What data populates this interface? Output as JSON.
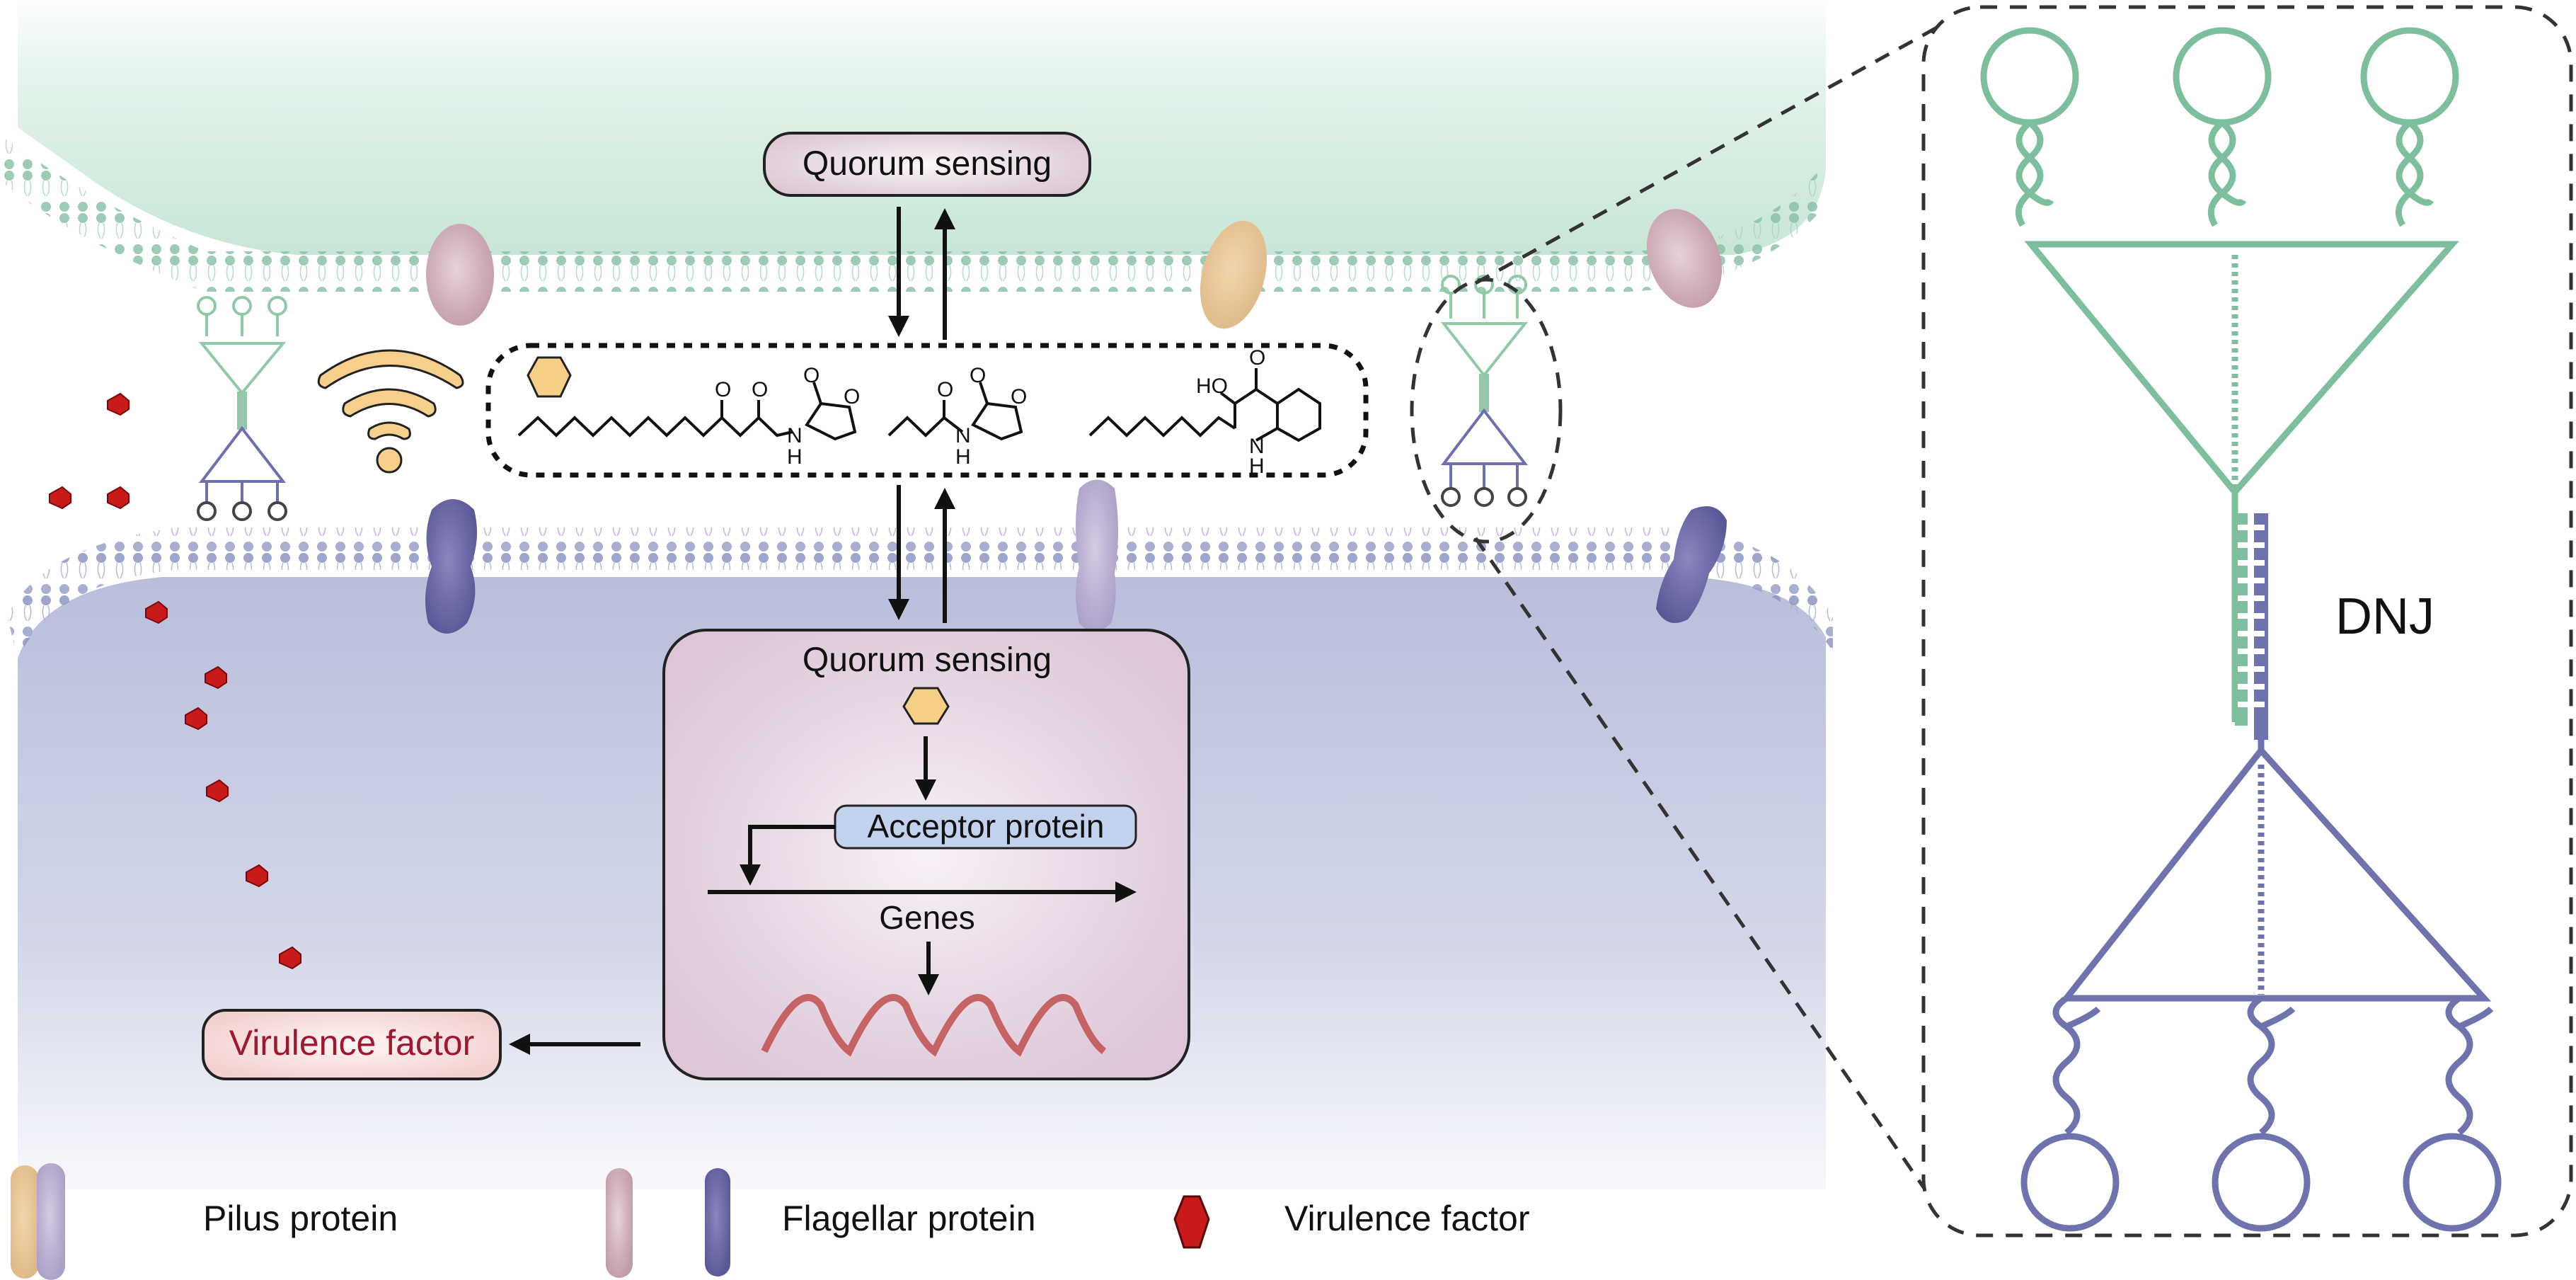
{
  "diagram": {
    "top_box": {
      "label": "Quorum sensing"
    },
    "inner_box": {
      "title": "Quorum sensing",
      "acceptor_label": "Acceptor protein",
      "genes_label": "Genes"
    },
    "virulence_box": {
      "label": "Virulence factor"
    },
    "molecules": {
      "atom_O": "O",
      "atom_N": "N",
      "atom_H": "H",
      "atom_HO": "HO"
    },
    "zoom_panel": {
      "label": "DNJ"
    },
    "legend": [
      {
        "label": "Pilus protein",
        "icon": "pilus-protein-icon",
        "colors": [
          "#e8c99a",
          "#b8acd0"
        ]
      },
      {
        "label": "Flagellar protein",
        "icon": "flagellar-protein-icon",
        "colors": [
          "#d4b2bb",
          "#6a67a5"
        ]
      },
      {
        "label": "Virulence factor",
        "icon": "virulence-factor-icon",
        "colors": [
          "#c81a1a"
        ]
      }
    ]
  },
  "colors": {
    "top_cell": "#cfe9dd",
    "bottom_cell": "#c2c6de",
    "green_dna": "#7dbf9c",
    "purple_dna": "#6e73ad",
    "signal": "#f7cf86",
    "virulence": "#c81a1a",
    "virulence_text": "#a01830"
  }
}
